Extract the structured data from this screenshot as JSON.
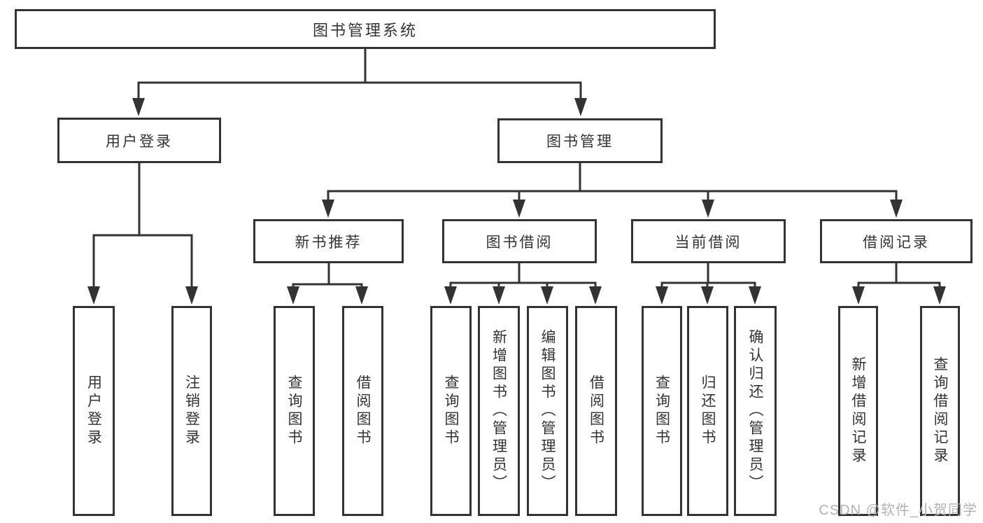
{
  "diagram": {
    "root": {
      "label": "图书管理系统"
    },
    "branches": [
      {
        "label": "用户登录"
      },
      {
        "label": "图书管理"
      }
    ],
    "sections": [
      {
        "label": "新书推荐",
        "parent": "图书管理"
      },
      {
        "label": "图书借阅",
        "parent": "图书管理"
      },
      {
        "label": "当前借阅",
        "parent": "图书管理"
      },
      {
        "label": "借阅记录",
        "parent": "图书管理"
      }
    ],
    "leaves": [
      {
        "label": "用户登录",
        "parent": "用户登录"
      },
      {
        "label": "注销登录",
        "parent": "用户登录"
      },
      {
        "label": "查询图书",
        "parent": "新书推荐"
      },
      {
        "label": "借阅图书",
        "parent": "新书推荐"
      },
      {
        "label": "查询图书",
        "parent": "图书借阅"
      },
      {
        "label": "新增图书（管理员）",
        "parent": "图书借阅"
      },
      {
        "label": "编辑图书（管理员）",
        "parent": "图书借阅"
      },
      {
        "label": "借阅图书",
        "parent": "图书借阅"
      },
      {
        "label": "查询图书",
        "parent": "当前借阅"
      },
      {
        "label": "归还图书",
        "parent": "当前借阅"
      },
      {
        "label": "确认归还（管理员）",
        "parent": "当前借阅"
      },
      {
        "label": "新增借阅记录",
        "parent": "借阅记录"
      },
      {
        "label": "查询借阅记录",
        "parent": "借阅记录"
      }
    ]
  },
  "watermark": {
    "text": "CSDN @软件_小贺同学"
  },
  "colors": {
    "line": "#333333",
    "text": "#333333",
    "box_background": "#ffffff",
    "watermark": "#b3b3b3"
  }
}
